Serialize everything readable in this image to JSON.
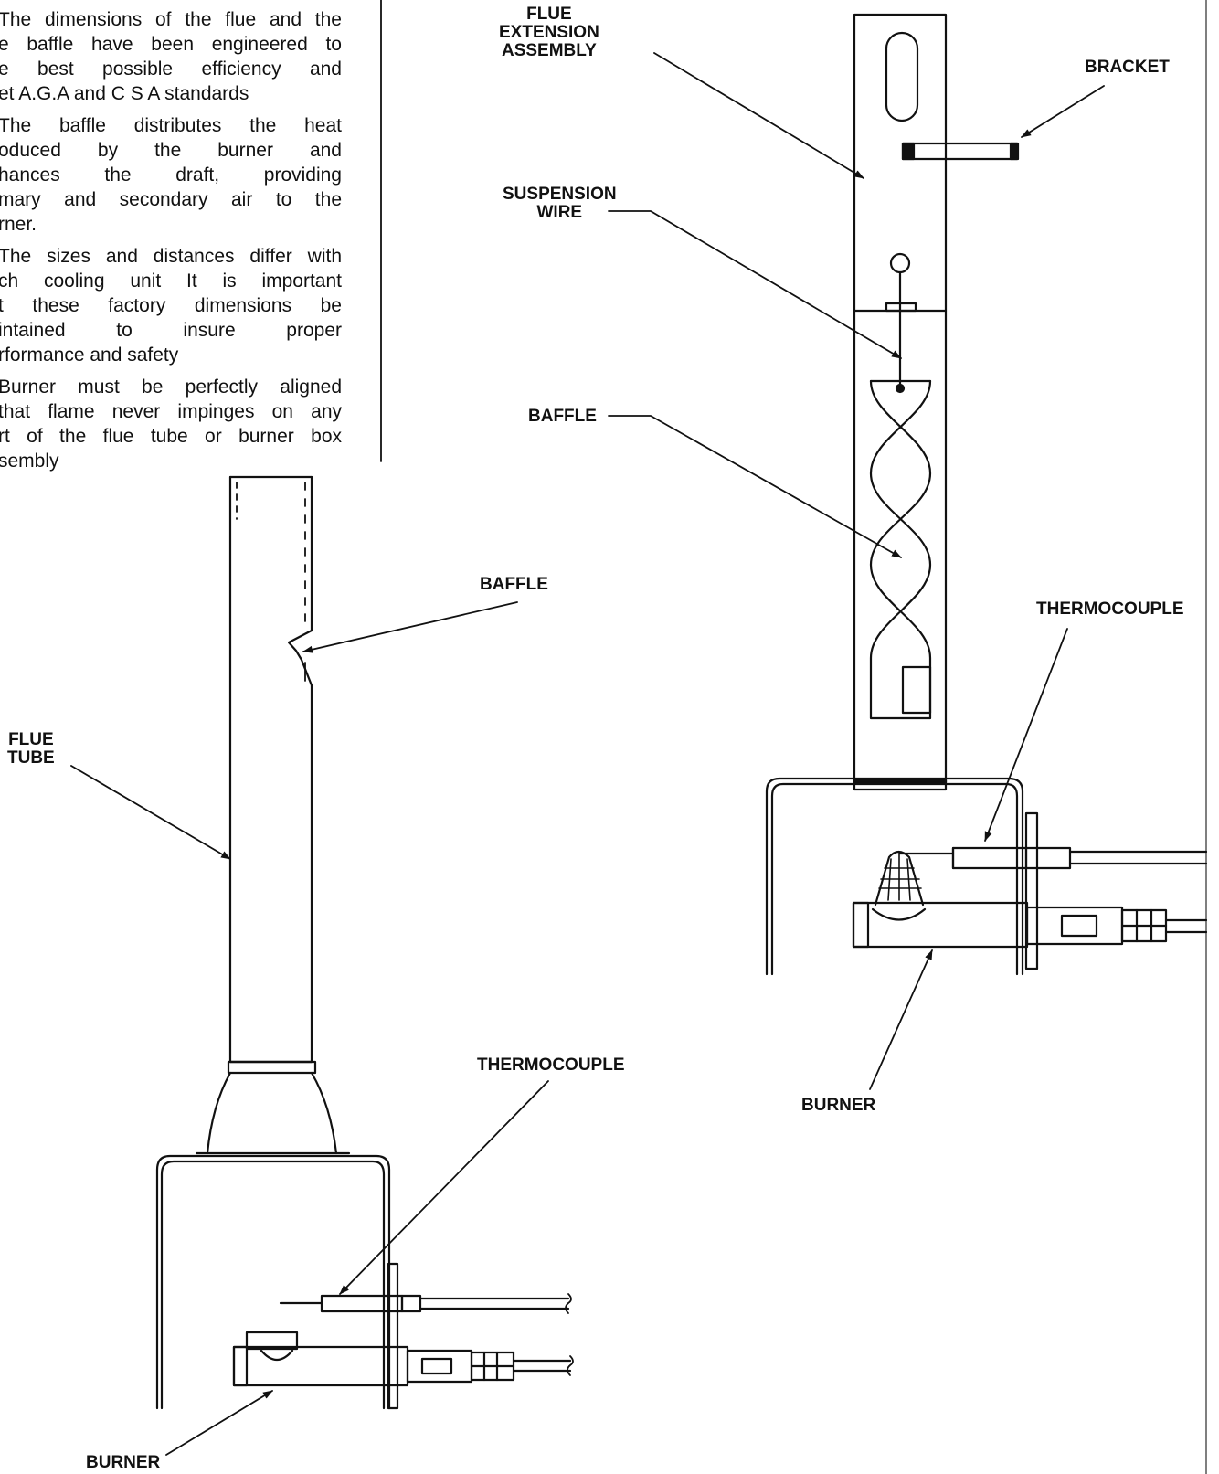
{
  "text_block": {
    "paragraphs": [
      [
        "The dimensions of the flue and the",
        "e baffle have been engineered to",
        "e best possible efficiency and",
        "et A.G.A and C S A standards"
      ],
      [
        "The baffle distributes the heat",
        "oduced by the burner and",
        "hances the draft, providing",
        "mary and secondary air to the",
        "rner."
      ],
      [
        "The sizes and distances differ with",
        "ch cooling unit It is important",
        "t these factory dimensions be",
        "intained to insure proper",
        "rformance and safety"
      ],
      [
        "Burner must be perfectly aligned",
        "that flame never impinges on any",
        "rt of the flue tube or burner box",
        "sembly"
      ]
    ]
  },
  "left_diagram": {
    "labels": {
      "baffle": "BAFFLE",
      "flue_tube": [
        "FLUE",
        "TUBE"
      ],
      "thermocouple": "THERMOCOUPLE",
      "burner": "BURNER"
    }
  },
  "right_diagram": {
    "labels": {
      "flue_extension": [
        "FLUE",
        "EXTENSION",
        "ASSEMBLY"
      ],
      "bracket": "BRACKET",
      "suspension_wire": [
        "SUSPENSION",
        "WIRE"
      ],
      "baffle": "BAFFLE",
      "thermocouple": "THERMOCOUPLE",
      "burner": "BURNER"
    }
  }
}
